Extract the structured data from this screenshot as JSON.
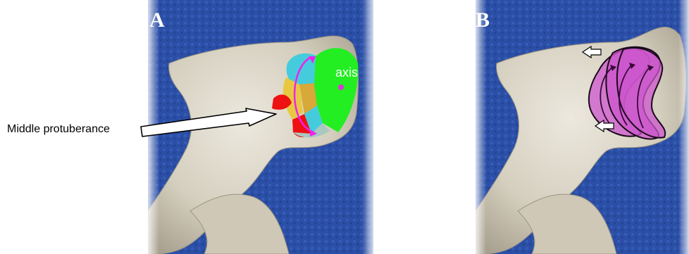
{
  "panels": [
    {
      "id": "A",
      "label": "A",
      "annotation": "axis"
    },
    {
      "id": "B",
      "label": "B"
    }
  ],
  "callout": {
    "text": "Middle protuberance"
  },
  "colors": {
    "towel_blue": "#2b4fa6",
    "bone": "#d8d2c2",
    "green_region": "#22ee22",
    "cyan_region": "#44ccdd",
    "yellow_region": "#e8c840",
    "red_region": "#ee1111",
    "magenta_arrow": "#ee22ee",
    "purple_region": "#cc55cc",
    "axis_point": "#dd33dd"
  }
}
